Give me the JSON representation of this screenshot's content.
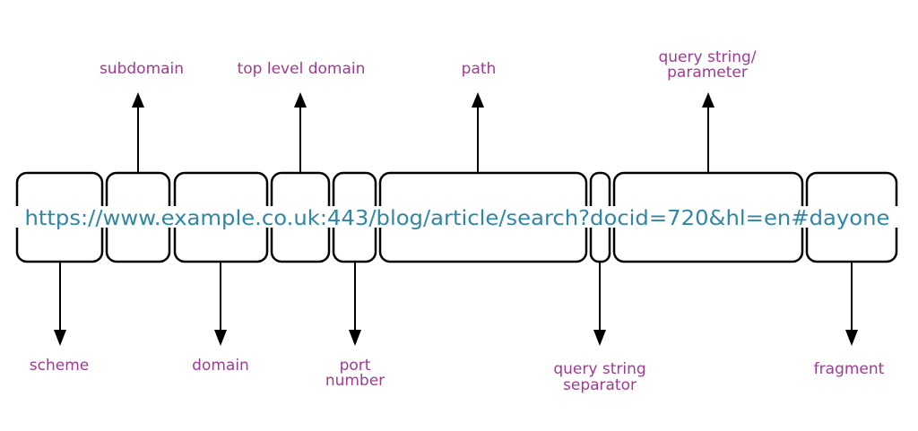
{
  "url": "https://www.example.co.uk:443/blog/article/search?docid=720&hl=en#dayone",
  "labels_top": {
    "subdomain": "subdomain",
    "top_level_domain": "top level domain",
    "path": "path",
    "query_string_line1": "query string/",
    "query_string_line2": "parameter"
  },
  "labels_bottom": {
    "scheme": "scheme",
    "domain": "domain",
    "port_line1": "port",
    "port_line2": "number",
    "separator_line1": "query string",
    "separator_line2": "separator",
    "fragment": "fragment"
  },
  "colors": {
    "label": "#a13a93",
    "url": "#2f86a6",
    "lines": "#000000"
  }
}
